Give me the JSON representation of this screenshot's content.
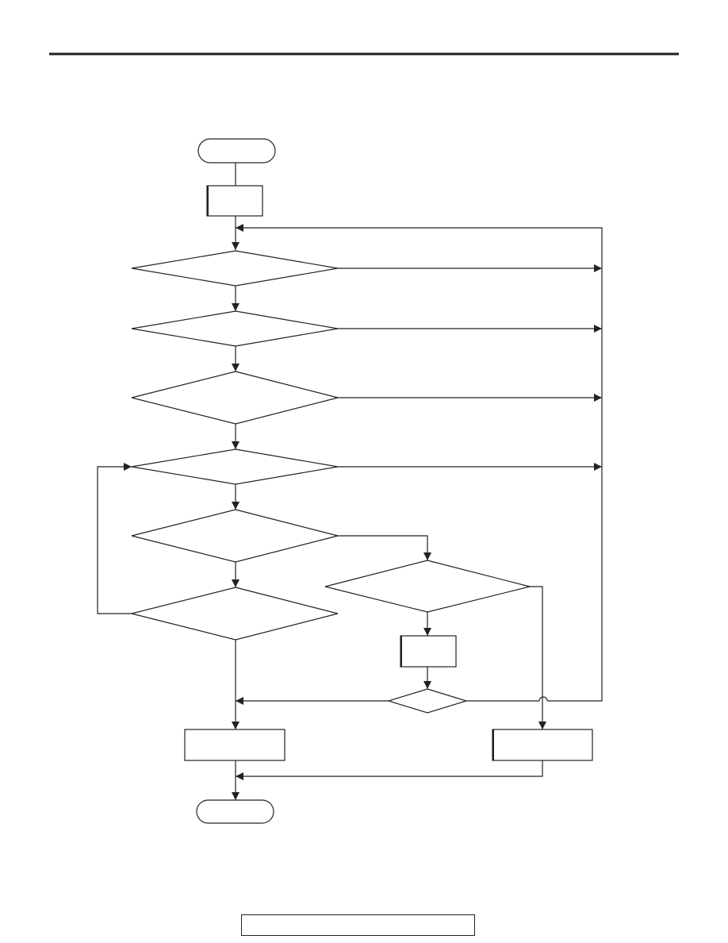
{
  "diagram": {
    "nodes": [
      {
        "id": "start",
        "kind": "terminal",
        "label": ""
      },
      {
        "id": "step1",
        "kind": "process",
        "label": ""
      },
      {
        "id": "dec1",
        "kind": "decision",
        "label": ""
      },
      {
        "id": "dec2",
        "kind": "decision",
        "label": ""
      },
      {
        "id": "dec3",
        "kind": "decision",
        "label": ""
      },
      {
        "id": "dec4",
        "kind": "decision",
        "label": ""
      },
      {
        "id": "dec5",
        "kind": "decision",
        "label": ""
      },
      {
        "id": "dec6",
        "kind": "decision",
        "label": ""
      },
      {
        "id": "dec7",
        "kind": "decision",
        "label": ""
      },
      {
        "id": "step2",
        "kind": "process",
        "label": ""
      },
      {
        "id": "dec8",
        "kind": "decision",
        "label": ""
      },
      {
        "id": "step3",
        "kind": "process",
        "label": ""
      },
      {
        "id": "step4",
        "kind": "process",
        "label": ""
      },
      {
        "id": "end",
        "kind": "terminal",
        "label": ""
      }
    ],
    "edges": [
      {
        "from": "start",
        "to": "step1"
      },
      {
        "from": "step1",
        "to": "dec1"
      },
      {
        "from": "dec1",
        "to": "dec2"
      },
      {
        "from": "dec2",
        "to": "dec3"
      },
      {
        "from": "dec3",
        "to": "dec4"
      },
      {
        "from": "dec4",
        "to": "dec5"
      },
      {
        "from": "dec5",
        "to": "dec6"
      },
      {
        "from": "dec5",
        "to": "dec7"
      },
      {
        "from": "dec6",
        "to": "dec4"
      },
      {
        "from": "dec6",
        "to": "step3"
      },
      {
        "from": "dec7",
        "to": "step2"
      },
      {
        "from": "dec7",
        "to": "step4"
      },
      {
        "from": "step2",
        "to": "dec8"
      },
      {
        "from": "dec8",
        "to": "step3"
      },
      {
        "from": "dec8",
        "to": "dec1"
      },
      {
        "from": "dec1",
        "to": "dec1"
      },
      {
        "from": "dec2",
        "to": "dec1"
      },
      {
        "from": "dec3",
        "to": "dec1"
      },
      {
        "from": "dec4",
        "to": "dec1"
      },
      {
        "from": "step3",
        "to": "end"
      },
      {
        "from": "step4",
        "to": "end"
      }
    ]
  },
  "footer": {
    "text": ""
  },
  "colors": {
    "stroke": "#222222",
    "background": "#ffffff"
  }
}
